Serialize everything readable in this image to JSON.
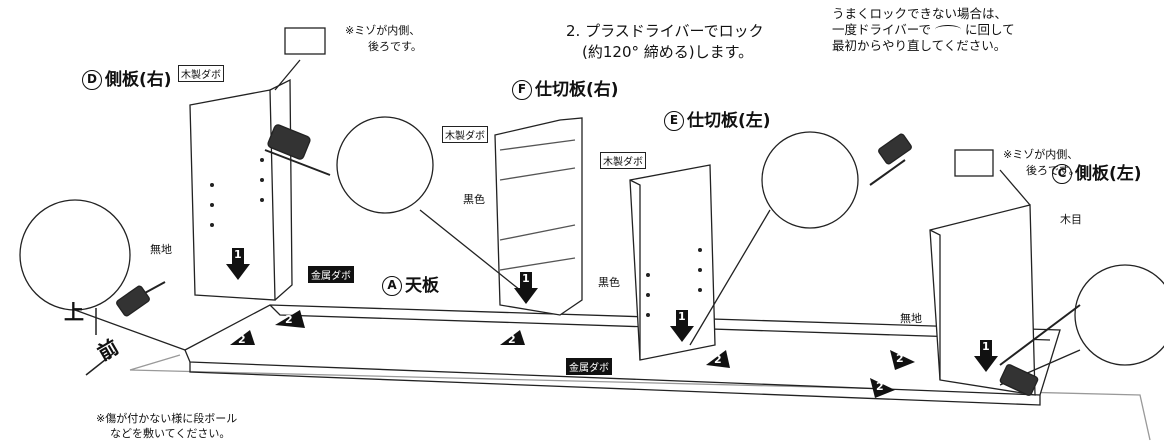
{
  "step2": {
    "line1": "2. プラスドライバーでロック",
    "line2": "(約120° 締める)します。"
  },
  "retry_note": {
    "line1": "うまくロックできない場合は、",
    "line2_a": "一度ドライバーで",
    "line2_b": "に回して",
    "line3": "最初からやり直してください。"
  },
  "groove_note_left": {
    "line1": "※ミゾが内側、",
    "line2": "後ろです。"
  },
  "groove_note_right": {
    "line1": "※ミゾが内側、",
    "line2": "後ろです。"
  },
  "parts": {
    "side_right": {
      "letter": "D",
      "name": "側板(右)"
    },
    "partition_right": {
      "letter": "F",
      "name": "仕切板(右)"
    },
    "partition_left": {
      "letter": "E",
      "name": "仕切板(左)"
    },
    "side_left": {
      "letter": "C",
      "name": "側板(左)"
    },
    "top_board": {
      "letter": "A",
      "name": "天板"
    }
  },
  "labels": {
    "wood_dowel": "木製ダボ",
    "metal_dowel": "金属ダボ",
    "plain": "無地",
    "black": "黒色",
    "wood_grain": "木目"
  },
  "direction": {
    "up": "上",
    "front": "前"
  },
  "bottom_note": {
    "line1": "※傷が付かない様に段ボール",
    "line2": "などを敷いてください。"
  },
  "step_numbers": {
    "one": "1",
    "two": "2"
  }
}
